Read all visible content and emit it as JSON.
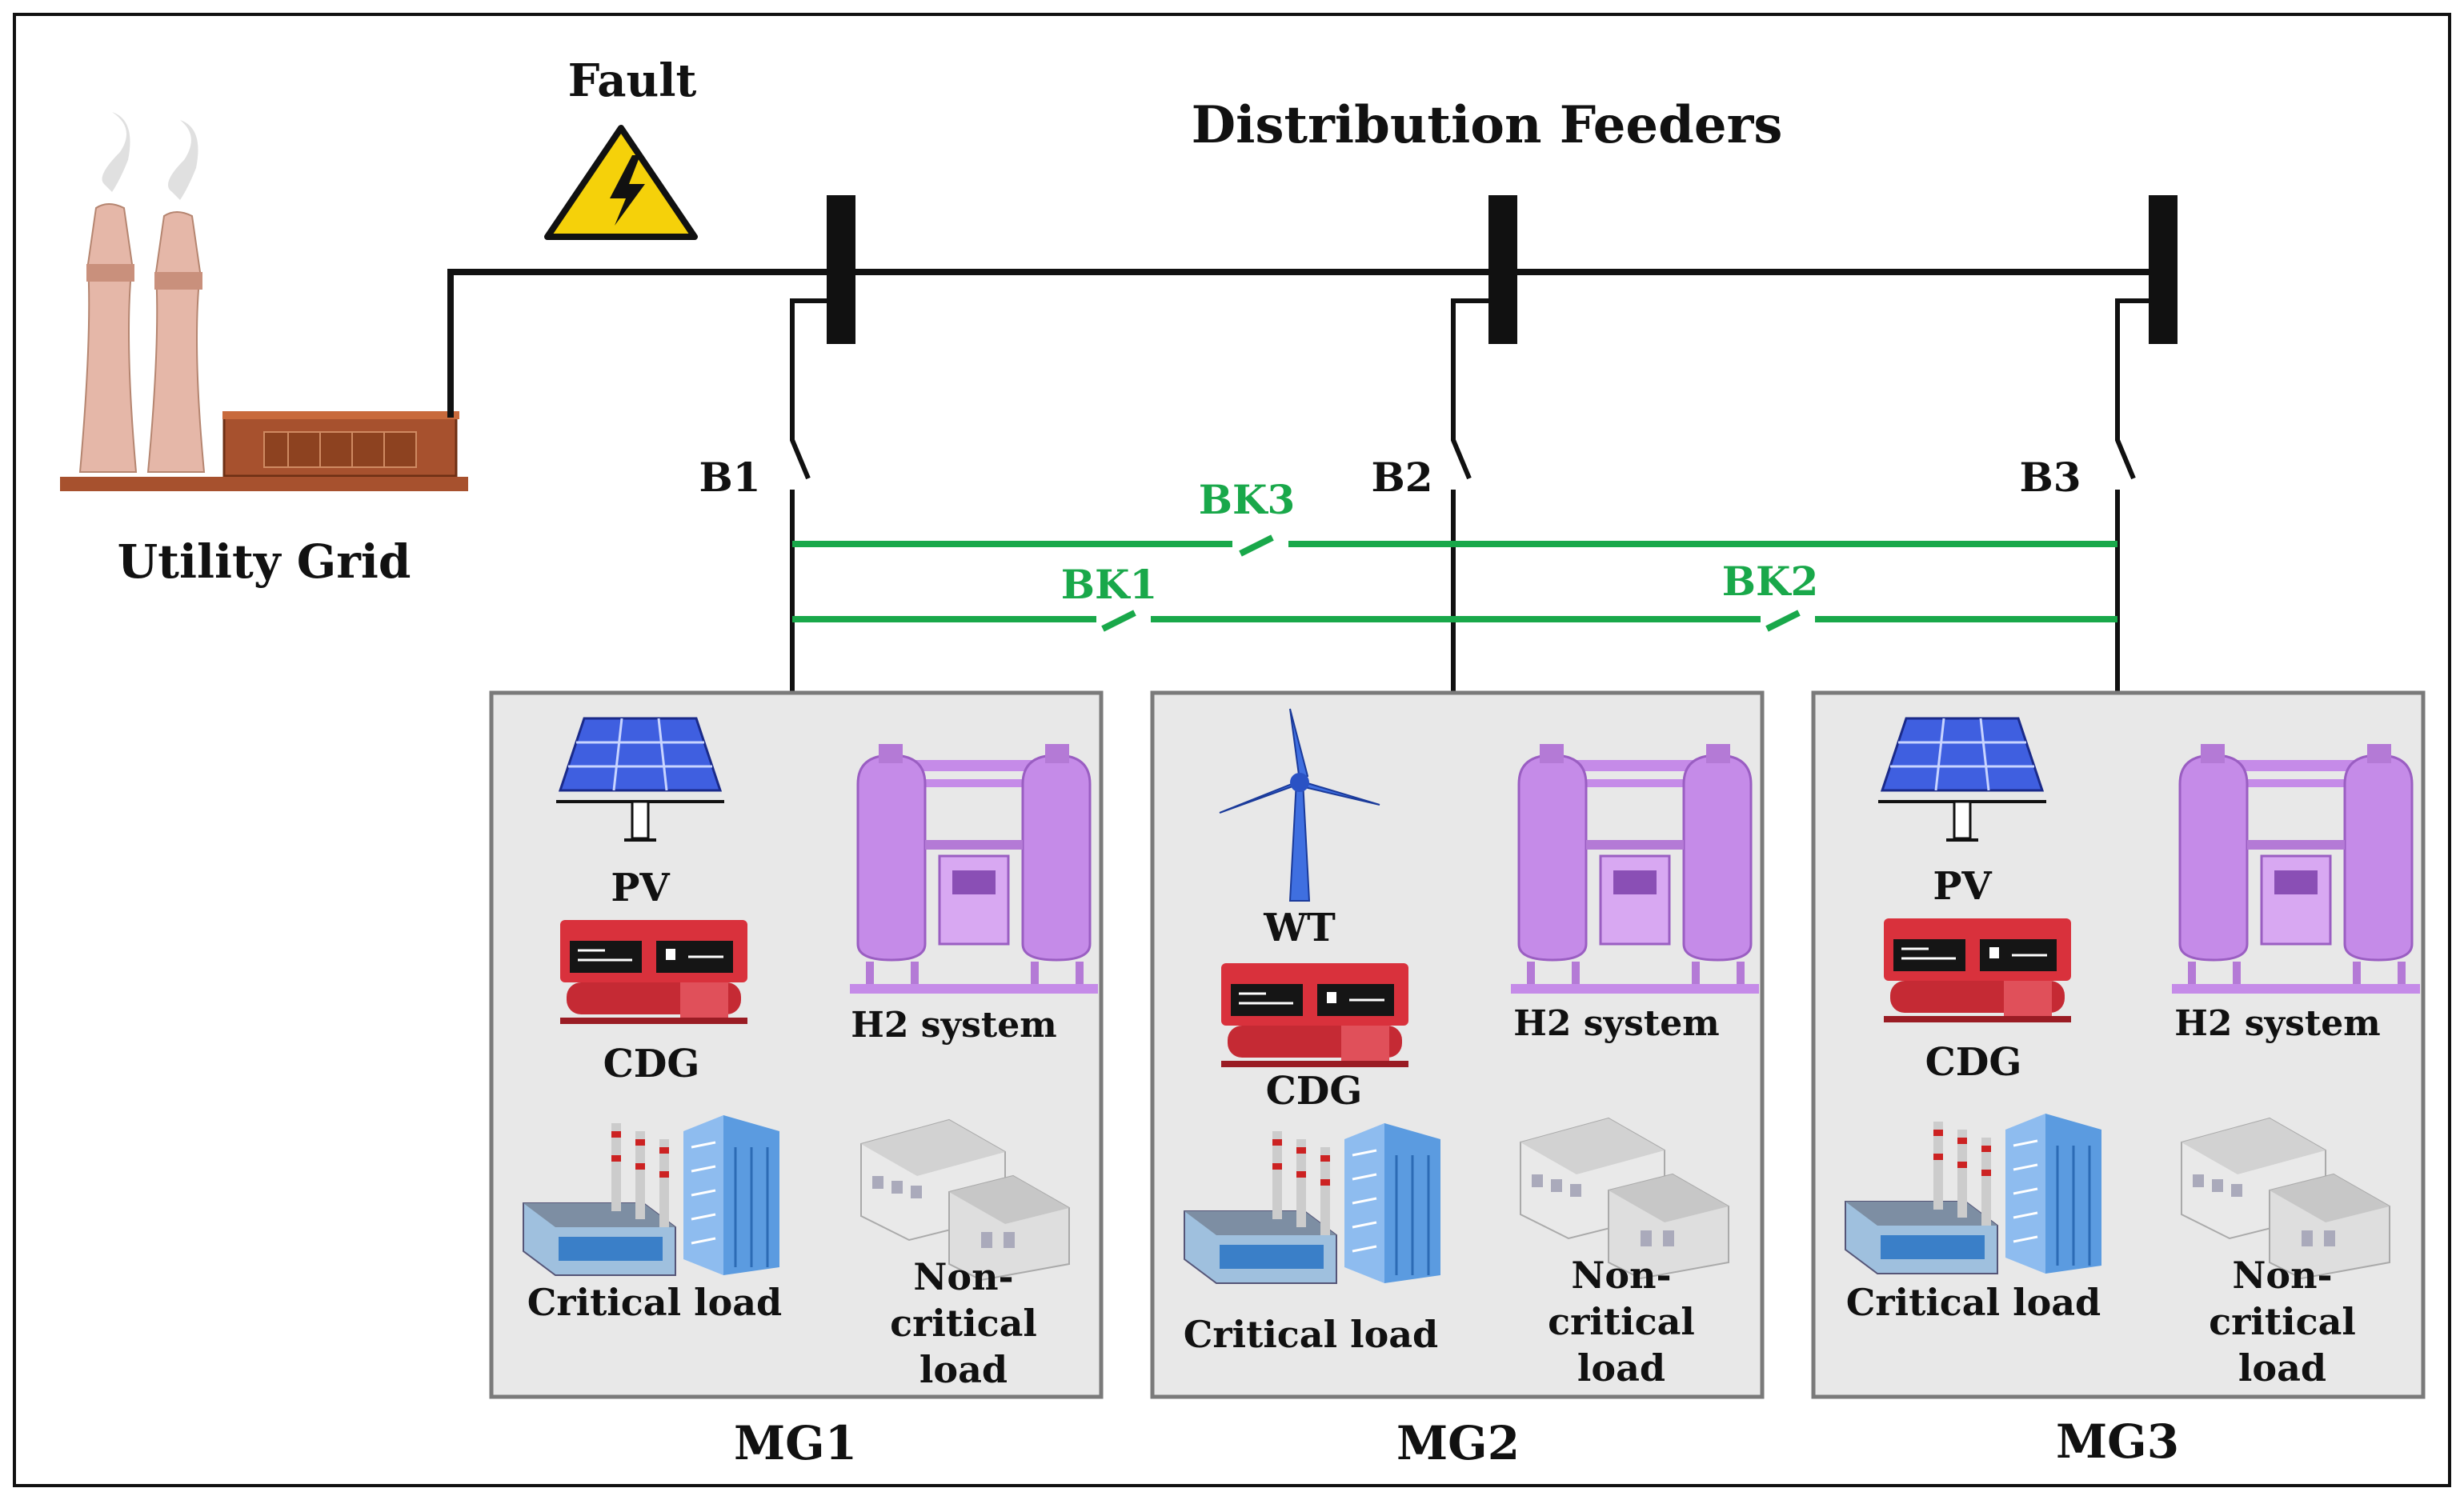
{
  "labels": {
    "fault": "Fault",
    "feeders": "Distribution Feeders",
    "utility": "Utility Grid",
    "b1": "B1",
    "b2": "B2",
    "b3": "B3",
    "bk1": "BK1",
    "bk2": "BK2",
    "bk3": "BK3"
  },
  "microgrids": [
    {
      "name": "MG1",
      "source": "PV",
      "cdg": "CDG",
      "h2": "H2 system",
      "critical": "Critical load",
      "noncritical": [
        "Non-",
        "critical",
        "load"
      ]
    },
    {
      "name": "MG2",
      "source": "WT",
      "cdg": "CDG",
      "h2": "H2 system",
      "critical": "Critical load",
      "noncritical": [
        "Non-",
        "critical",
        "load"
      ]
    },
    {
      "name": "MG3",
      "source": "PV",
      "cdg": "CDG",
      "h2": "H2 system",
      "critical": "Critical load",
      "noncritical": [
        "Non-",
        "critical",
        "load"
      ]
    }
  ],
  "colors": {
    "bus": "#111111",
    "tie": "#19a84a",
    "panel": "#e8e8e8",
    "panel_border": "#7a7a7a",
    "h2": "#c58be8",
    "cdg": "#d9313c",
    "pv": "#3f5fe0",
    "fault": "#f5d10a"
  }
}
